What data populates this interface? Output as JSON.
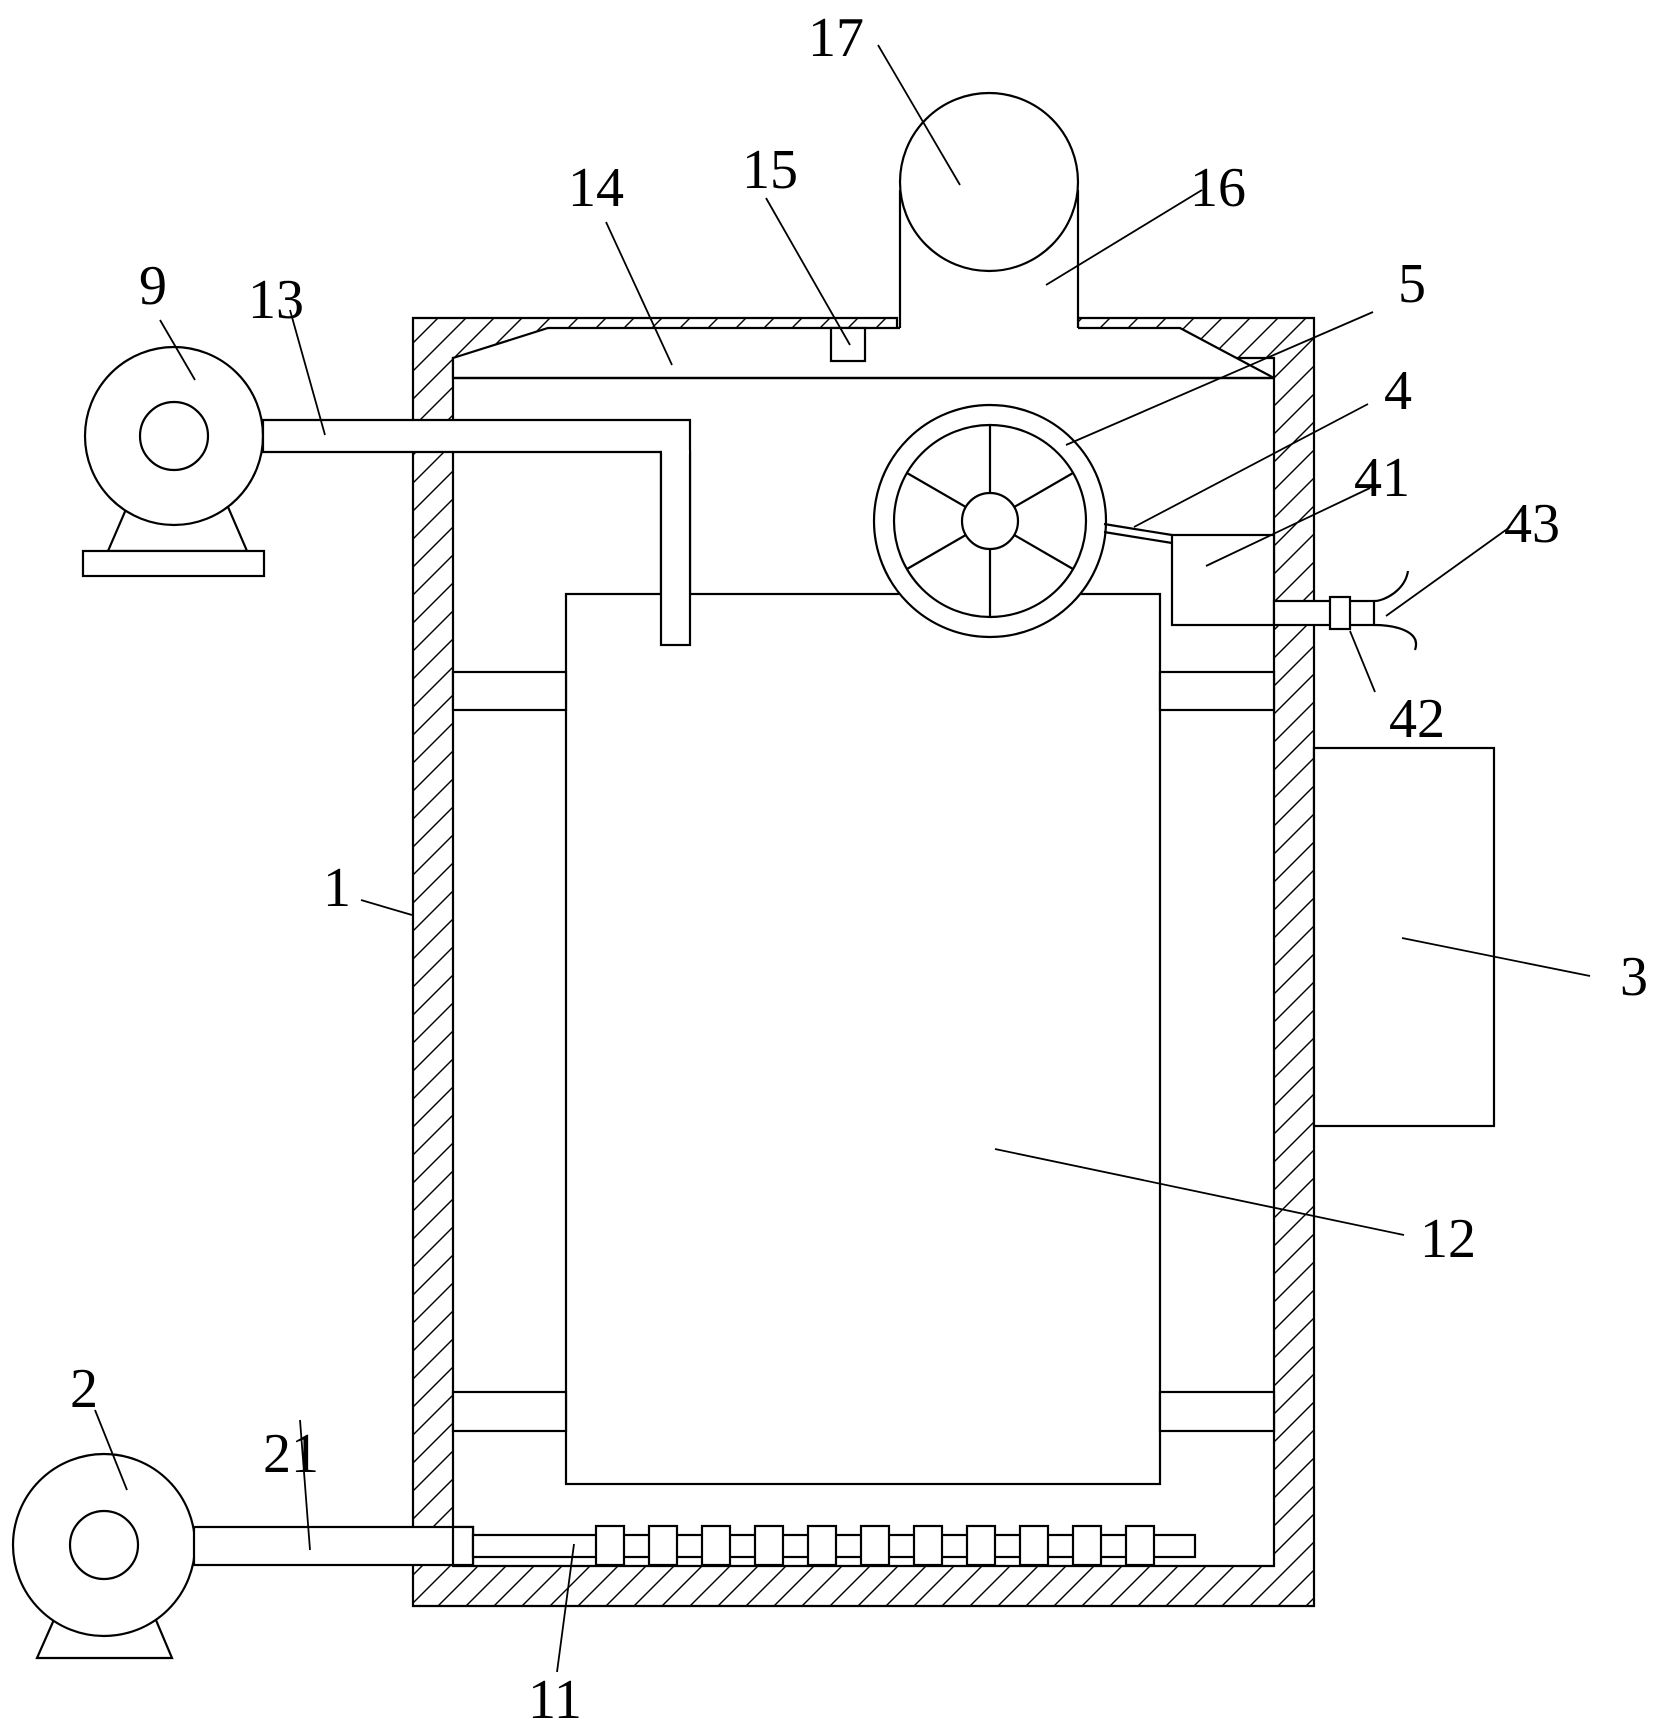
{
  "colors": {
    "line": "#000000",
    "background": "#ffffff"
  },
  "labels": {
    "l1": "1",
    "l2": "2",
    "l3": "3",
    "l4": "4",
    "l5": "5",
    "l9": "9",
    "l11": "11",
    "l12": "12",
    "l13": "13",
    "l14": "14",
    "l15": "15",
    "l16": "16",
    "l17": "17",
    "l21": "21",
    "l41": "41",
    "l42": "42",
    "l43": "43"
  }
}
